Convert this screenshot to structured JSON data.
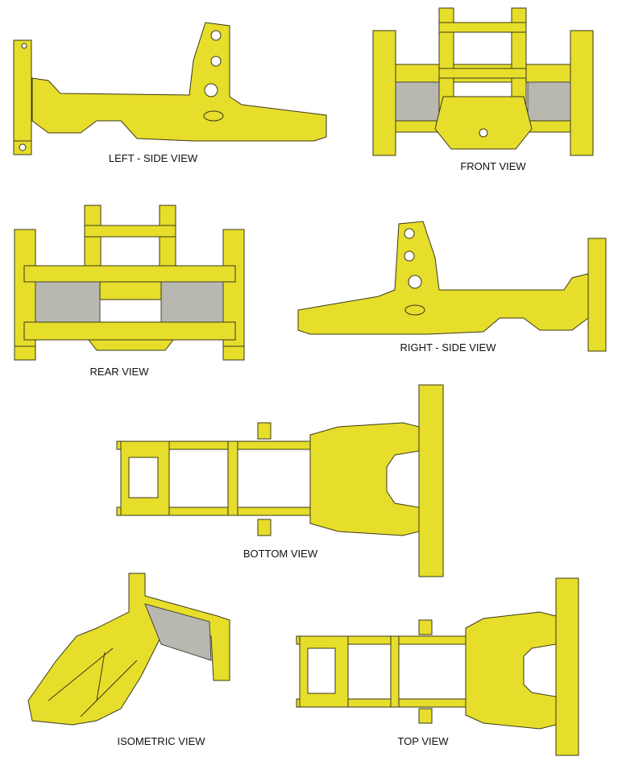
{
  "labels": {
    "left_side": "LEFT - SIDE VIEW",
    "front": "FRONT VIEW",
    "rear": "REAR VIEW",
    "right_side": "RIGHT - SIDE VIEW",
    "bottom": "BOTTOM VIEW",
    "isometric": "ISOMETRIC VIEW",
    "top": "TOP VIEW"
  },
  "colors": {
    "frame": "#e7dd2b",
    "plate": "#b8b8b0",
    "outline": "#3a3a1a"
  }
}
